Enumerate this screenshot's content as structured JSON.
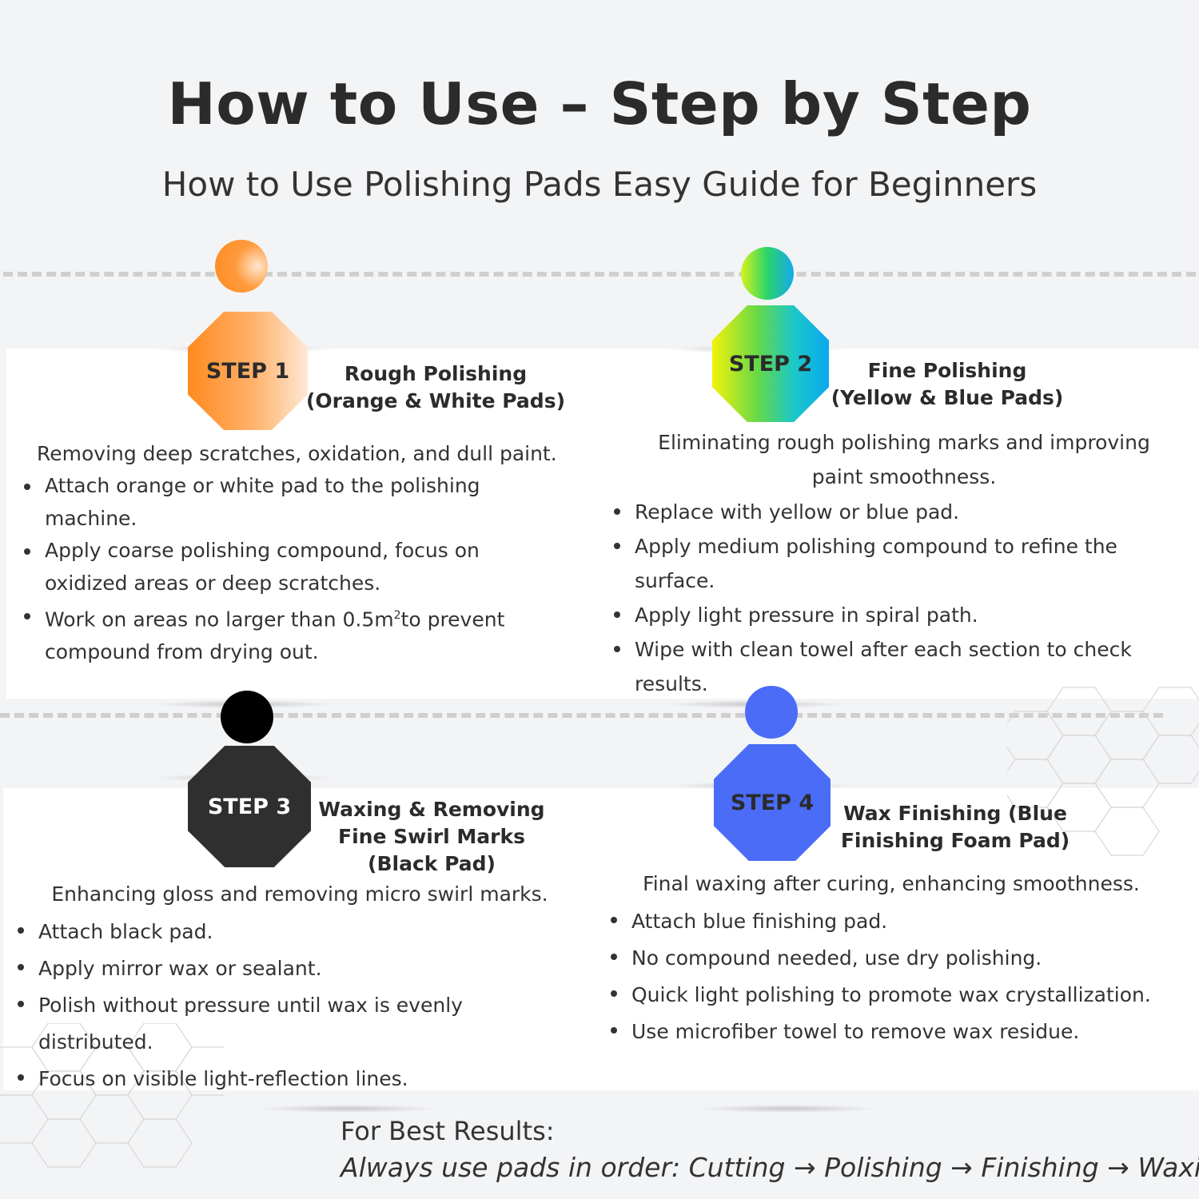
{
  "header": {
    "title": "How to Use – Step by Step",
    "subtitle": "How to Use Polishing Pads Easy Guide for Beginners"
  },
  "steps": [
    {
      "label": "STEP 1",
      "title_line1": "Rough Polishing",
      "title_line2": "(Orange & White Pads)",
      "intro": "Removing deep scratches, oxidation, and dull paint.",
      "bullets": [
        "Attach orange or white pad to the polishing machine.",
        "Apply coarse polishing compound, focus on oxidized areas or deep scratches."
      ],
      "bullet3_prefix": "Work on areas no larger than 0.5m",
      "bullet3_sup": "2",
      "bullet3_suffix": "to prevent compound from drying out.",
      "colors": [
        "#ff8a1f",
        "#ffe0c2"
      ]
    },
    {
      "label": "STEP 2",
      "title_line1": "Fine Polishing",
      "title_line2": "(Yellow & Blue Pads)",
      "intro": "Eliminating rough polishing marks and improving paint smoothness.",
      "bullets": [
        "Replace with yellow or blue pad.",
        "Apply medium polishing compound to refine the surface.",
        "Apply light pressure in spiral path.",
        "Wipe with clean towel after each section to check results."
      ],
      "colors": [
        "#f2f20a",
        "#0aa8f0"
      ]
    },
    {
      "label": "STEP 3",
      "title_line1": "Waxing & Removing",
      "title_line2": "Fine Swirl Marks",
      "title_line3": "(Black Pad)",
      "intro": "Enhancing gloss and removing micro swirl marks.",
      "bullets": [
        "Attach black pad.",
        "Apply mirror wax or sealant.",
        "Polish without pressure until wax is evenly distributed.",
        "Focus on visible light-reflection lines."
      ],
      "colors": [
        "#2f2f2f",
        "#000000"
      ]
    },
    {
      "label": "STEP 4",
      "title_line1": "Wax Finishing (Blue",
      "title_line2": "Finishing Foam Pad)",
      "intro": "Final waxing after curing, enhancing smoothness.",
      "bullets": [
        "Attach blue finishing pad.",
        "No compound needed, use dry polishing.",
        "Quick light polishing to promote wax crystallization.",
        "Use microfiber towel to remove wax residue."
      ],
      "colors": [
        "#4a6cf7"
      ]
    }
  ],
  "footer": {
    "label": "For Best Results:",
    "text": "Always use pads in order: Cutting → Polishing → Finishing → Waxing"
  }
}
